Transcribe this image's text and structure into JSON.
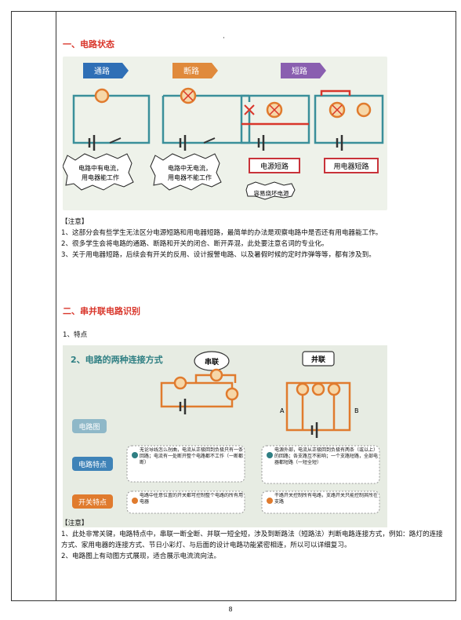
{
  "page_number": "8",
  "section1": {
    "heading": "一、电路状态",
    "dot": "·",
    "figure": {
      "tab_open": "通路",
      "tab_break": "断路",
      "tab_short": "短路",
      "bubble_open": "电路中有电流，\n用电器能工作",
      "bubble_break": "电路中无电流，\n用电器不能工作",
      "label_source_short": "电源短路",
      "label_device_short": "用电器短路",
      "bubble_damage": "容易烧坏电源"
    },
    "note_title": "【注意】",
    "notes": [
      "1、这部分会有些学生无法区分电源短路和用电器短路，最简单的办法是观察电路中是否还有用电器能工作。",
      "2、很多学生会将电路的通路、断路和开关的闭合、断开弄混，此处要注意名词的专业化。",
      "3、关于用电器短路，后续会有开关的反用、设计报警电路、以及暑假时候的定时炸弹等等，都有涉及到。"
    ]
  },
  "section2": {
    "heading": "二、串并联电路识别",
    "item1": "1、特点",
    "figure": {
      "title": "2、电路的两种连接方式",
      "series_badge": "串联",
      "parallel_badge": "并联",
      "point_a": "A",
      "point_b": "B",
      "row_diagram": "电路图",
      "row_features": "电路特点",
      "row_switch": "开关特点",
      "series_feature": "无论导线怎么拐曲，电流从正极回到负极只有一条回路；电流有一处断开整个电路都不工作（一断都断）",
      "parallel_feature": "电源外部，电流从正极回到负极有两条（或以上）的回路；各支路互不影响；一个支路短路，全部电器都短路（一短全短）",
      "series_switch": "电路中任意位置的开关都可控制整个电路的所有用电器",
      "parallel_switch": "干路开关控制所有电路，支路开关只能控制其所在支路"
    },
    "note_title": "【注意】",
    "notes": [
      "1、此处非常关键，电路特点中，串联一断全断、并联一短全短，涉及到断路法（短路法）判断电路连接方式，例如：路灯的连接方式、家用电器的连接方式、节日小彩灯、与后面的设计电路功能紧密相连，所以可以详细复习。",
      "2、电路图上有动图方式展现，适合展示电流流向法。"
    ]
  },
  "colors": {
    "heading_red": "#d9362b",
    "wire_teal": "#3a8f9a",
    "tab_blue": "#2f6fb6",
    "tab_orange": "#e08a3c",
    "tab_purple": "#8a5fb0",
    "label_red": "#c8333a",
    "fig2_teal": "#2f7f83",
    "fig2_orange": "#e07b2e"
  }
}
